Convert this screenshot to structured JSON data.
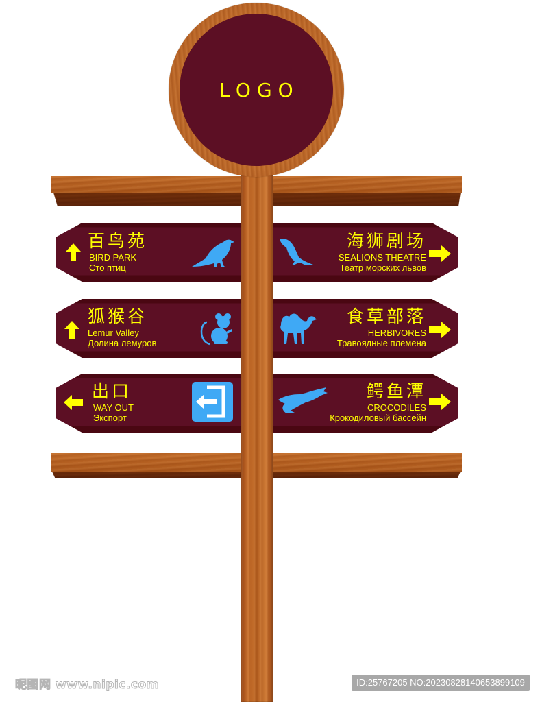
{
  "logo": {
    "text": "LOGO"
  },
  "colors": {
    "plate": "#5c0f24",
    "plate_band": "#4a0712",
    "text": "#ffff00",
    "icon": "#3fa9f5",
    "wood": "#b35d1e"
  },
  "signs": {
    "bird_park": {
      "zh": "百鸟苑",
      "en": "BIRD PARK",
      "ru": "Сто птиц",
      "arrow": "up",
      "icon": "bird-icon",
      "side": "left"
    },
    "sealions": {
      "zh": "海狮剧场",
      "en": "SEALIONS THEATRE",
      "ru": "Театр морских львов",
      "arrow": "right",
      "icon": "sealion-icon",
      "side": "right"
    },
    "lemur": {
      "zh": "狐猴谷",
      "en": "Lemur Valley",
      "ru": "Долина лемуров",
      "arrow": "up",
      "icon": "mouse-icon",
      "side": "left"
    },
    "herbivores": {
      "zh": "食草部落",
      "en": "HERBIVORES",
      "ru": "Травоядные племена",
      "arrow": "right",
      "icon": "camel-icon",
      "side": "right"
    },
    "way_out": {
      "zh": "出口",
      "en": "WAY OUT",
      "ru": "Экспорт",
      "arrow": "left",
      "icon": "exit-icon",
      "side": "left"
    },
    "crocodiles": {
      "zh": "鳄鱼潭",
      "en": "CROCODILES",
      "ru": "Крокодиловый бассейн",
      "arrow": "right",
      "icon": "crocodile-icon",
      "side": "right"
    }
  },
  "watermark": {
    "left": "昵图网 www.nipic.com",
    "right": "ID:25767205 NO:20230828140653899109"
  }
}
